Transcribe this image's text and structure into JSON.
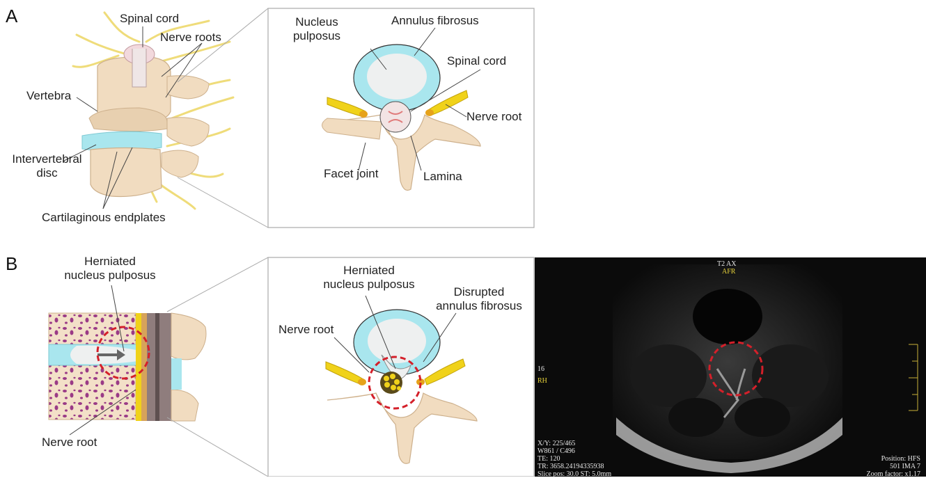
{
  "panels": {
    "a_letter": "A",
    "b_letter": "B"
  },
  "panel_a": {
    "spine_labels": {
      "spinal_cord": "Spinal cord",
      "nerve_roots": "Nerve roots",
      "vertebra": "Vertebra",
      "intervertebral_disc_1": "Intervertebral",
      "intervertebral_disc_2": "disc",
      "cartilaginous_endplates": "Cartilaginous endplates"
    },
    "cross_section_labels": {
      "nucleus_pulposus_1": "Nucleus",
      "nucleus_pulposus_2": "pulposus",
      "annulus_fibrosus": "Annulus fibrosus",
      "spinal_cord": "Spinal cord",
      "nerve_root": "Nerve root",
      "facet_joint": "Facet joint",
      "lamina": "Lamina"
    }
  },
  "panel_b": {
    "sagittal_labels": {
      "herniated_1": "Herniated",
      "herniated_2": "nucleus pulposus",
      "nerve_root": "Nerve root"
    },
    "cross_section_labels": {
      "herniated_1": "Herniated",
      "herniated_2": "nucleus pulposus",
      "disrupted_1": "Disrupted",
      "disrupted_2": "annulus fibrosus",
      "nerve_root": "Nerve root"
    },
    "mri_overlay": {
      "top_1": "T2 AX",
      "top_2": "AFR",
      "left_1": "16",
      "left_2": "RH",
      "bl_1": "X/Y: 225/465",
      "bl_2": "W861 / C496",
      "bl_3": "TE: 120",
      "bl_4": "TR: 3658.24194335938",
      "bl_5": "Slice pos: 30.0  ST: 5.0mm",
      "br_1": "Position: HFS",
      "br_2": "501 IMA 7",
      "br_3": "Zoom factor: x1.17"
    }
  },
  "colors": {
    "bone": "#f1dcc0",
    "bone_shadow": "#d9bf9c",
    "disc_annulus": "#a9e6ee",
    "nucleus": "#eef0f0",
    "nerve": "#f0d21a",
    "herniation_circle": "#d4202a",
    "marrow_spots": "#8a2a7a",
    "mri_bg": "#0b0b0b"
  }
}
